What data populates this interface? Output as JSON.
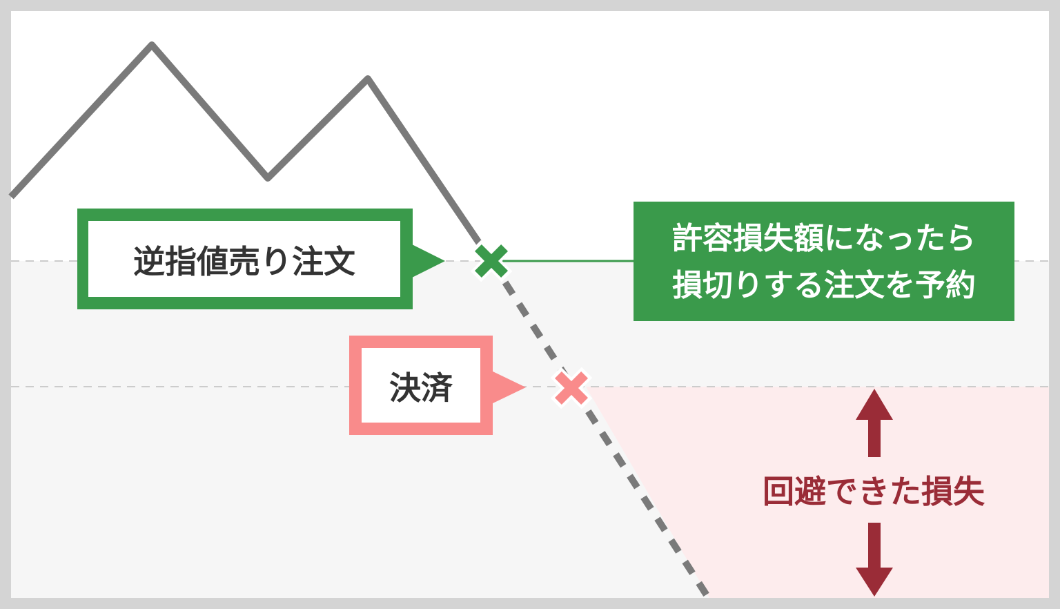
{
  "diagram": {
    "stop_order_label": "逆指値売り注文",
    "settlement_label": "決済",
    "annotation_line1": "許容損失額になったら",
    "annotation_line2": "損切りする注文を予約",
    "avoided_loss_label": "回避できた損失"
  },
  "colors": {
    "frame": "#d4d4d4",
    "upper_bg": "#ffffff",
    "lower_bg": "#f6f6f6",
    "loss_zone": "#fdeced",
    "price_line": "#7a7a7a",
    "guide_line": "#cccccc",
    "green": "#3a9a4b",
    "pink": "#f98b8b",
    "dark_red": "#9a2c37",
    "label_text": "#333333"
  },
  "icons": {
    "stop_marker": "cross-mark-icon",
    "settlement_marker": "cross-mark-icon",
    "arrow_up": "arrow-up-icon",
    "arrow_down": "arrow-down-icon"
  }
}
